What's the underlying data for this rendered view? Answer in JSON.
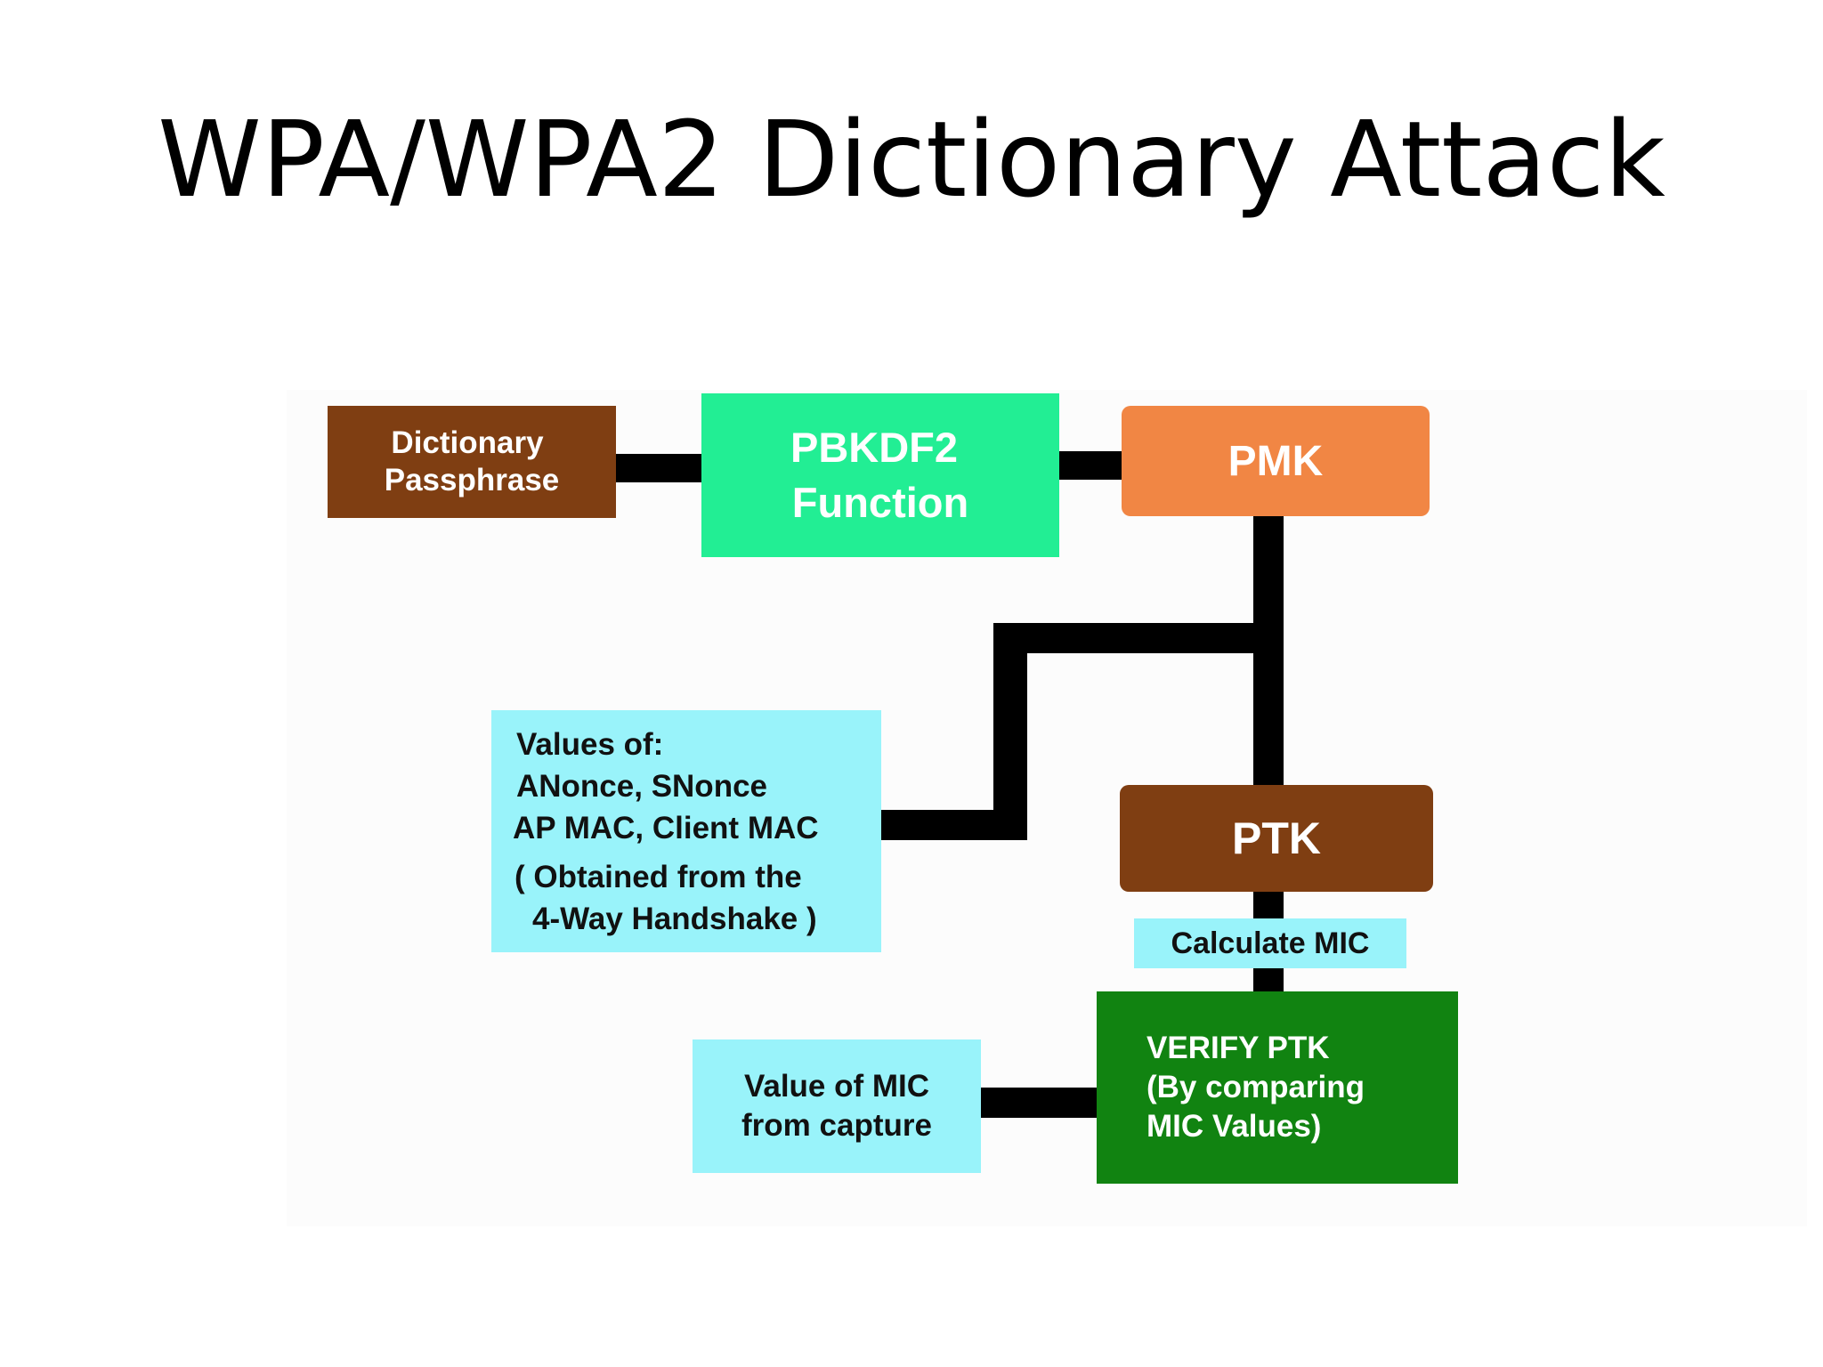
{
  "slide": {
    "title": "WPA/WPA2 Dictionary Attack"
  },
  "diagram": {
    "colors": {
      "brown": "#7f3e12",
      "green_light": "#22ee94",
      "orange": "#f18644",
      "cyan": "#99f3fa",
      "green_dark": "#118311",
      "connector": "#000000"
    },
    "nodes": {
      "dictionary": {
        "lines": [
          "Dictionary",
          "Passphrase"
        ]
      },
      "pbkdf2": {
        "lines": [
          "PBKDF2",
          "Function"
        ]
      },
      "pmk": {
        "label": "PMK"
      },
      "values": {
        "lines": [
          "Values of:",
          "ANonce, SNonce",
          "AP MAC, Client MAC",
          "( Obtained from the",
          "4-Way Handshake )"
        ]
      },
      "ptk": {
        "label": "PTK"
      },
      "calc_mic": {
        "label": "Calculate MIC"
      },
      "verify": {
        "lines": [
          "VERIFY PTK",
          "(By comparing",
          "MIC Values)"
        ]
      },
      "mic_capture": {
        "lines": [
          "Value of MIC",
          "from capture"
        ]
      }
    }
  }
}
